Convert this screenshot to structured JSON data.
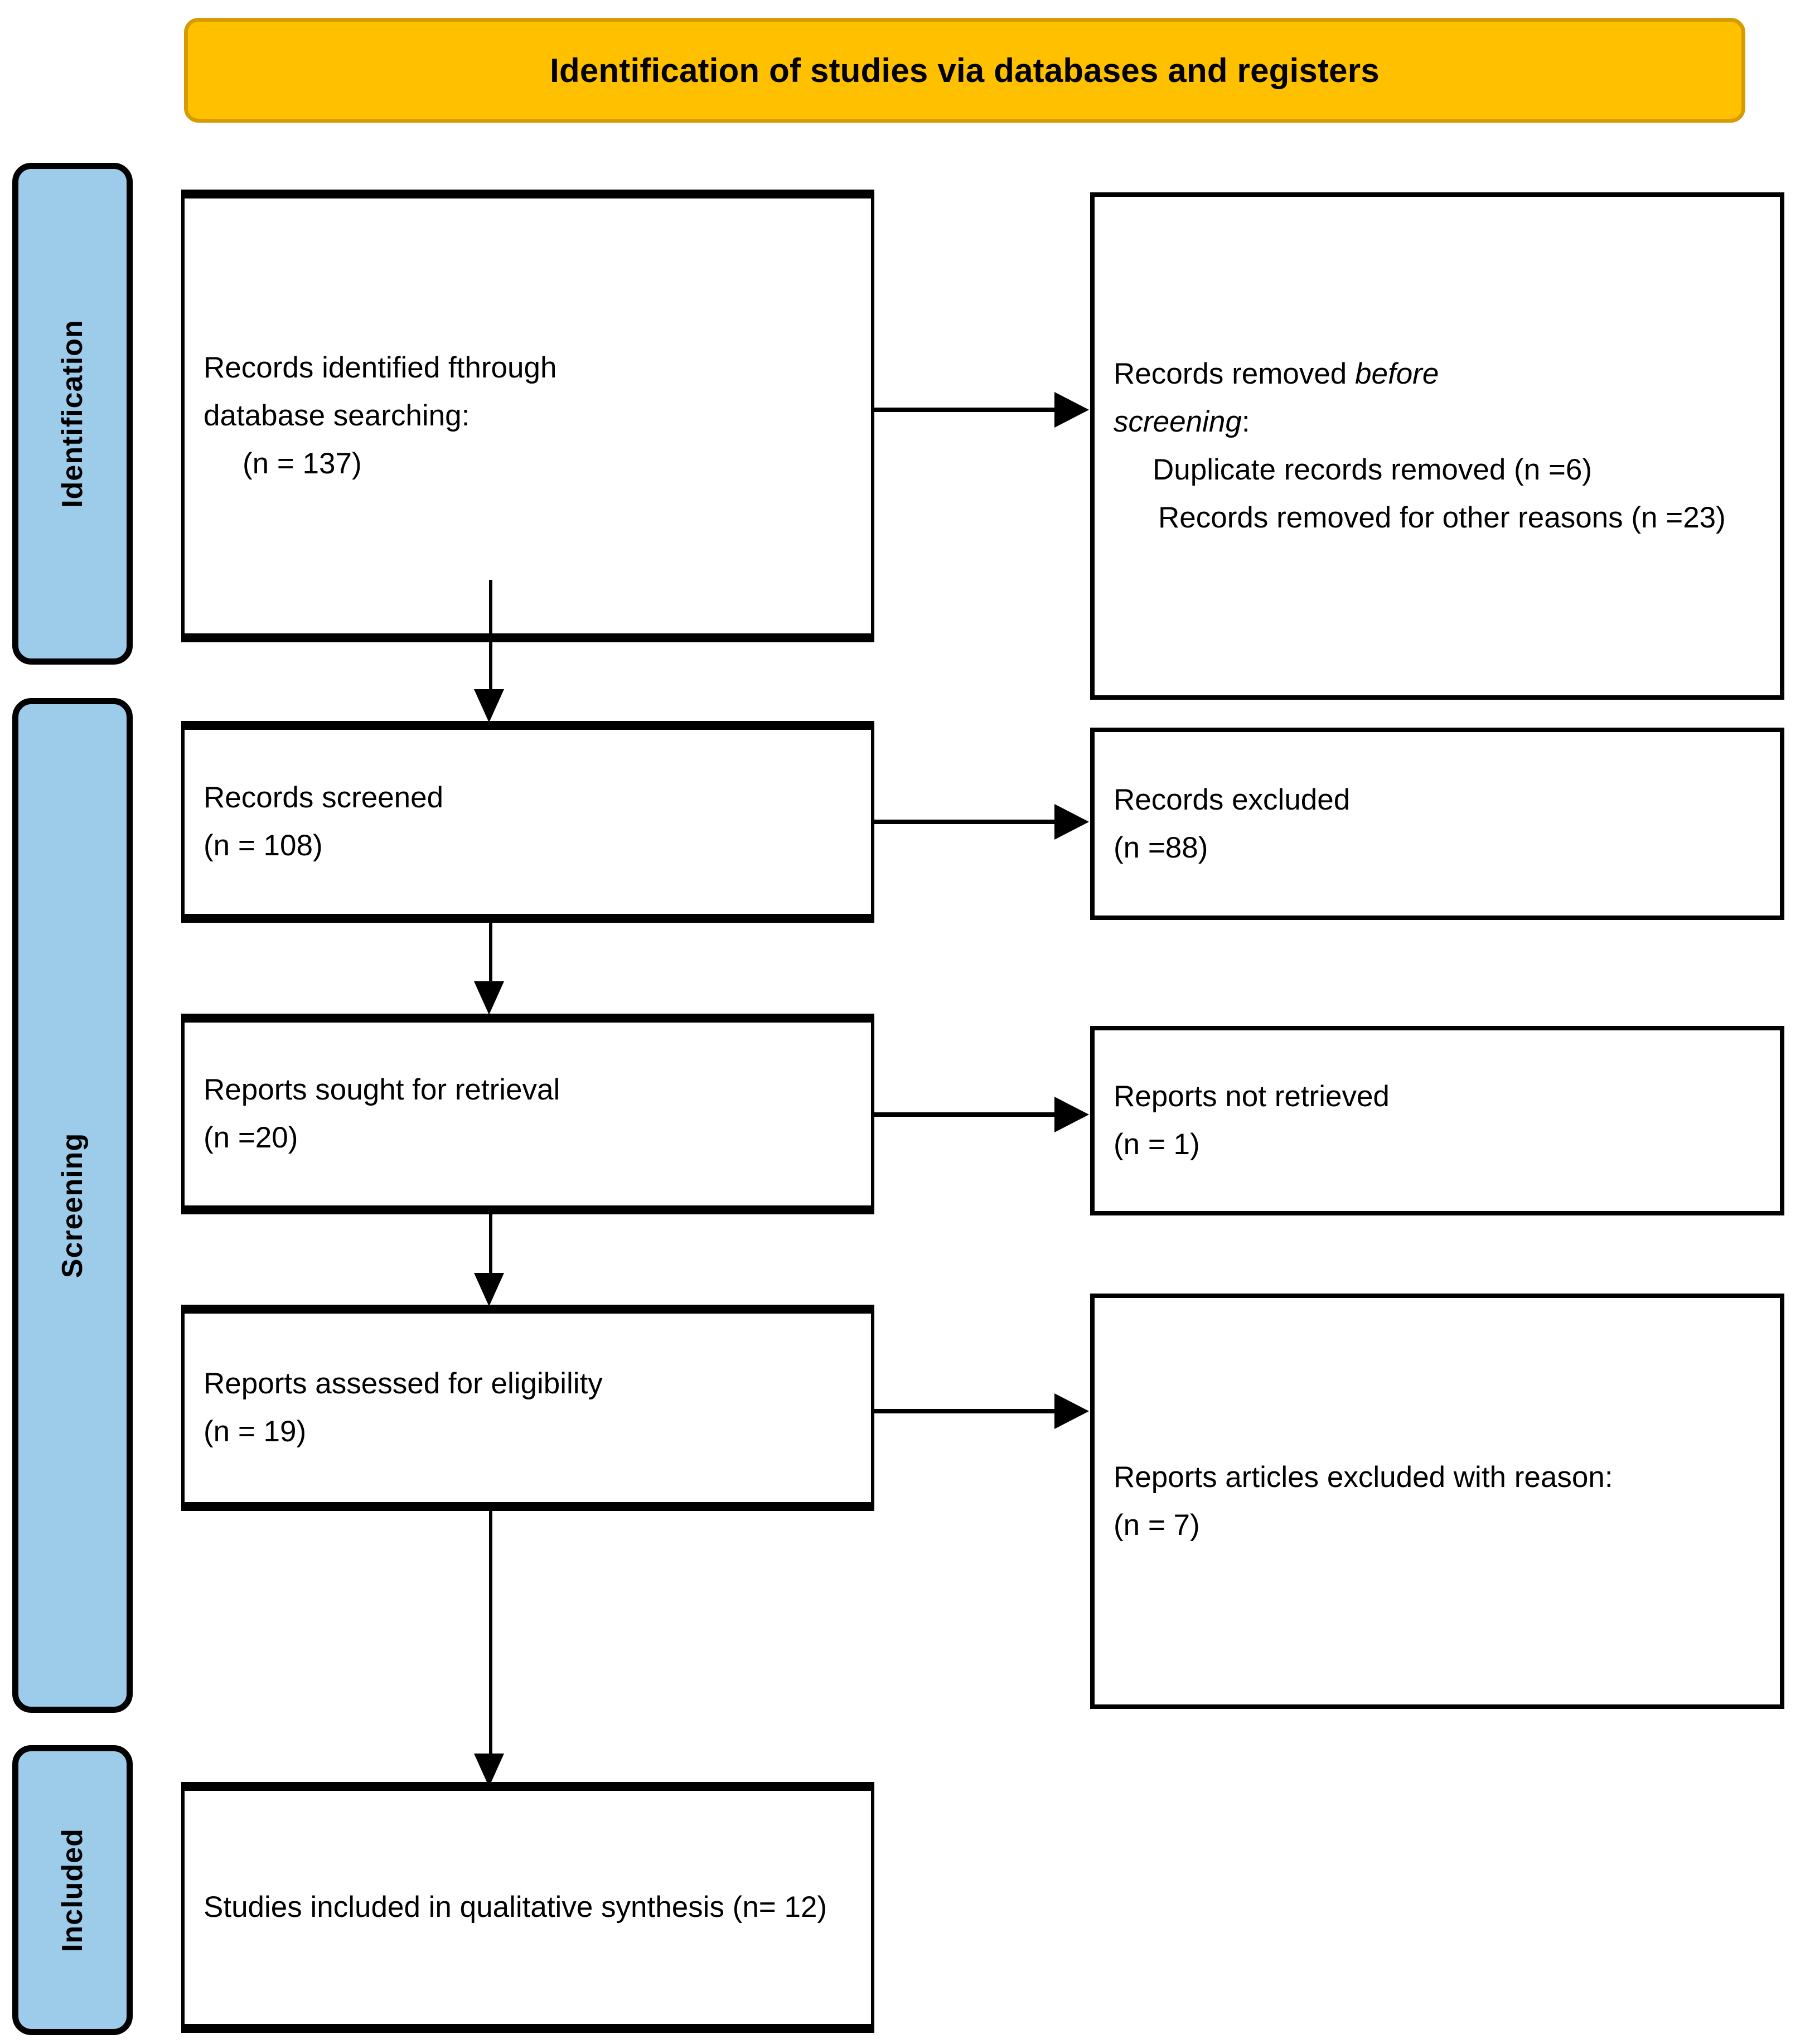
{
  "header": {
    "title": "Identification of studies via databases and registers",
    "background_color": "#FFC000",
    "border_color": "#D79B00"
  },
  "phases": {
    "color": "#9DCBEA",
    "items": [
      {
        "label": "Identification"
      },
      {
        "label": "Screening"
      },
      {
        "label": "Included"
      }
    ]
  },
  "flow": {
    "identified": {
      "line1": "Records identified fthrough",
      "line2": "database searching:",
      "line3": "(n = 137)"
    },
    "removed_before_screening": {
      "line1_prefix": "Records removed ",
      "line1_italic": "before",
      "line2_italic": "screening",
      "line2_suffix": ":",
      "item1": "Duplicate records removed (n =6)",
      "item2": "Records removed for other reasons (n =23)"
    },
    "records_screened": {
      "line1": "Records screened",
      "line2": "(n = 108)"
    },
    "records_excluded": {
      "line1": "Records excluded",
      "line2": "(n =88)"
    },
    "reports_sought": {
      "line1": "Reports sought for retrieval",
      "line2": "(n =20)"
    },
    "reports_not_retrieved": {
      "line1": "Reports not retrieved",
      "line2": "(n = 1)"
    },
    "reports_assessed": {
      "line1": "Reports assessed for eligibility",
      "line2": "(n = 19)"
    },
    "reports_excluded_reason": {
      "line1": "Reports articles excluded with reason:",
      "line2": "(n = 7)"
    },
    "studies_included": {
      "line1": "Studies included in qualitative synthesis (n= 12)"
    }
  }
}
